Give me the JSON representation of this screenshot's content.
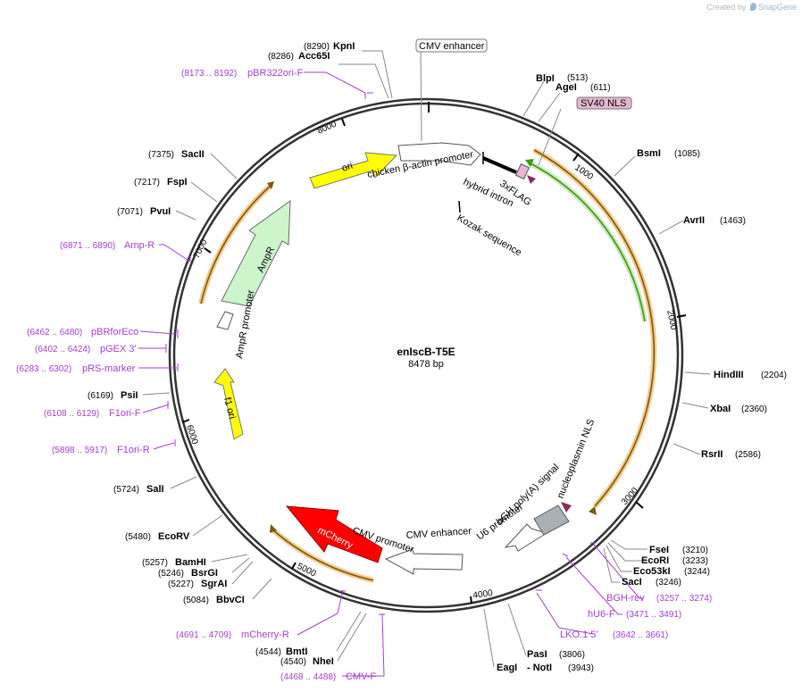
{
  "credit": {
    "prefix": "Created by",
    "brand": "SnapGene"
  },
  "plasmid": {
    "name": "enIscB-T5E",
    "size": "8478 bp"
  },
  "ticks": {
    "t1000": "1000",
    "t2000": "2000",
    "t3000": "3000",
    "t4000": "4000",
    "t5000": "5000",
    "t6000": "6000",
    "t7000": "7000",
    "t8000": "8000"
  },
  "enzymes": {
    "kpni": {
      "name": "KpnI",
      "pos": "(8290)"
    },
    "acc65i": {
      "name": "Acc65I",
      "pos": "(8286)"
    },
    "blpi": {
      "name": "BlpI",
      "pos": "(513)"
    },
    "agei": {
      "name": "AgeI",
      "pos": "(611)"
    },
    "bsmi": {
      "name": "BsmI",
      "pos": "(1085)"
    },
    "avrii": {
      "name": "AvrII",
      "pos": "(1463)"
    },
    "hindiii": {
      "name": "HindIII",
      "pos": "(2204)"
    },
    "xbai": {
      "name": "XbaI",
      "pos": "(2360)"
    },
    "rsrii": {
      "name": "RsrII",
      "pos": "(2586)"
    },
    "fsei": {
      "name": "FseI",
      "pos": "(3210)"
    },
    "ecori": {
      "name": "EcoRI",
      "pos": "(3233)"
    },
    "eco53ki": {
      "name": "Eco53kI",
      "pos": "(3244)"
    },
    "saci": {
      "name": "SacI",
      "pos": "(3246)"
    },
    "pasi": {
      "name": "PasI",
      "pos": "(3806)"
    },
    "eagi": {
      "name": "EagI",
      "sep": "- NotI",
      "pos": "(3943)"
    },
    "bmti": {
      "name": "BmtI",
      "pos": "(4544)"
    },
    "nhei": {
      "name": "NheI",
      "pos": "(4540)"
    },
    "bbvci": {
      "name": "BbvCI",
      "pos": "(5084)"
    },
    "sgrai": {
      "name": "SgrAI",
      "pos": "(5227)"
    },
    "bsrgi": {
      "name": "BsrGI",
      "pos": "(5246)"
    },
    "bamhi": {
      "name": "BamHI",
      "pos": "(5257)"
    },
    "ecorv": {
      "name": "EcoRV",
      "pos": "(5480)"
    },
    "sali": {
      "name": "SalI",
      "pos": "(5724)"
    },
    "psii": {
      "name": "PsiI",
      "pos": "(6169)"
    },
    "pvui": {
      "name": "PvuI",
      "pos": "(7071)"
    },
    "fspi": {
      "name": "FspI",
      "pos": "(7217)"
    },
    "sacii": {
      "name": "SacII",
      "pos": "(7375)"
    }
  },
  "primers": {
    "pbr322ori_f": {
      "name": "pBR322ori-F",
      "range": "(8173 .. 8192)"
    },
    "amp_r": {
      "name": "Amp-R",
      "range": "(6871 .. 6890)"
    },
    "pbrforeco": {
      "name": "pBRforEco",
      "range": "(6462 .. 6480)"
    },
    "pgex3": {
      "name": "pGEX 3'",
      "range": "(6402 .. 6424)"
    },
    "prs_marker": {
      "name": "pRS-marker",
      "range": "(6283 .. 6302)"
    },
    "f1ori_f": {
      "name": "F1ori-F",
      "range": "(6108 .. 6129)"
    },
    "f1ori_r": {
      "name": "F1ori-R",
      "range": "(5898 .. 5917)"
    },
    "bgh_rev": {
      "name": "BGH-rev",
      "range": "(3257 .. 3274)"
    },
    "hu6_f": {
      "name": "hU6-F",
      "range": "(3471 .. 3491)"
    },
    "lko1_5": {
      "name": "LKO.1 5'",
      "range": "(3642 .. 3661)"
    },
    "mcherry_r": {
      "name": "mCherry-R",
      "range": "(4691 .. 4709)"
    },
    "cmv_f": {
      "name": "CMV-F",
      "range": "(4468 .. 4488)"
    }
  },
  "features": {
    "cmv_enhancer_box": "CMV enhancer",
    "sv40_nls_box": "SV40 NLS",
    "chicken_actin": "chicken β-actin promoter",
    "hybrid_intron": "hybrid intron",
    "flag": "3xFLAG",
    "kozak": "Kozak sequence",
    "ori": "ori",
    "ampr": "AmpR",
    "ampr_promoter": "AmpR promoter",
    "f1_ori": "f1 ori",
    "mcherry": "mCherry",
    "cmv_promoter": "CMV promoter",
    "cmv_enhancer": "CMV enhancer",
    "u6_promoter": "U6 promoter",
    "bgh_polya": "bGH poly(A) signal",
    "nucleoplasmin_nls": "nucleoplasmin NLS"
  },
  "colors": {
    "primer": "#a33fcf",
    "ori": "#ffff00",
    "ampr": "#ccf5cc",
    "mcherry": "#ff0000",
    "orf": "#f5a623",
    "orf_green": "#3a9a1a",
    "sv40": "#e8b6cf",
    "polya": "#a9b1b7",
    "nls": "#8c2a5c",
    "backbone": "#333333"
  }
}
